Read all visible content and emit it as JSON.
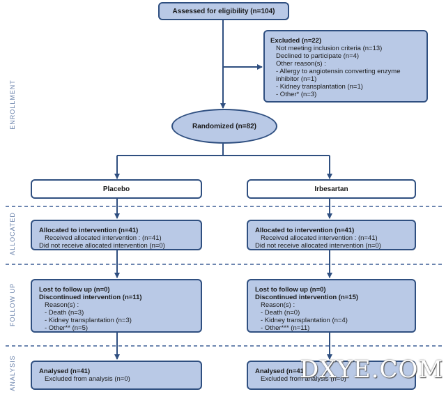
{
  "assessed": "Assessed for eligibility (n=104)",
  "excluded": {
    "title": "Excluded (n=22)",
    "lines": [
      "Not meeting inclusion criteria (n=13)",
      "Declined to participate (n=4)",
      "Other reason(s) :",
      "- Allergy to angiotensin converting enzyme",
      "inhibitor (n=1)",
      "- Kidney transplantation (n=1)",
      "- Other* (n=3)"
    ]
  },
  "randomized": "Randomized (n=82)",
  "phases": [
    "ENROLLMENT",
    "ALLOCATED",
    "FOLLOW UP",
    "ANALYSIS"
  ],
  "arms": [
    {
      "name": "Placebo",
      "allocated_title": "Allocated to intervention (n=41)",
      "allocated_lines": [
        "Received allocated intervention : (n=41)",
        "Did not receive allocated intervention (n=0)"
      ],
      "lost": "Lost to follow up (n=0)",
      "discontinued": "Discontinued intervention (n=11)",
      "reasons_label": "Reason(s) :",
      "reasons": [
        "- Death (n=3)",
        "- Kidney transplantation (n=3)",
        "- Other** (n=5)"
      ],
      "analysed": "Analysed (n=41)",
      "excluded_analysis": "Excluded from analysis (n=0)"
    },
    {
      "name": "Irbesartan",
      "allocated_title": "Allocated to intervention (n=41)",
      "allocated_lines": [
        "Received allocated intervention : (n=41)",
        "Did not receive allocated intervention (n=0)"
      ],
      "lost": "Lost to follow up (n=0)",
      "discontinued": "Discontinued intervention (n=15)",
      "reasons_label": "Reason(s) :",
      "reasons": [
        "- Death (n=0)",
        "- Kidney transplantation (n=4)",
        "- Other*** (n=11)"
      ],
      "analysed": "Analysed (n=41)",
      "excluded_analysis": "Excluded from analysis (n=0)"
    }
  ],
  "watermark": "DXYE.COM",
  "colors": {
    "box_fill": "#b9c9e6",
    "border": "#2f4f80",
    "dash": "#3d5f95",
    "label": "#6a82ab"
  }
}
